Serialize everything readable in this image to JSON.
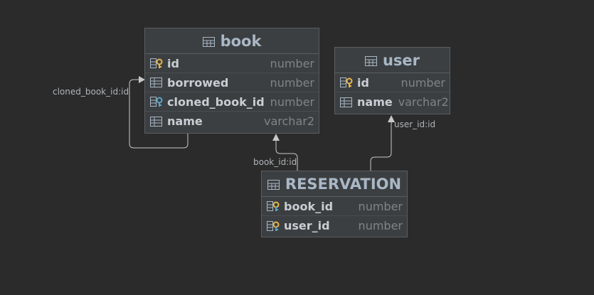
{
  "tables": {
    "book": {
      "title": "book",
      "columns": [
        {
          "name": "id",
          "type": "number",
          "icon": "primary-key-icon"
        },
        {
          "name": "borrowed",
          "type": "number",
          "icon": "column-icon"
        },
        {
          "name": "cloned_book_id",
          "type": "number",
          "icon": "foreign-key-icon"
        },
        {
          "name": "name",
          "type": "varchar2",
          "icon": "column-icon"
        }
      ]
    },
    "user": {
      "title": "user",
      "columns": [
        {
          "name": "id",
          "type": "number",
          "icon": "primary-key-icon"
        },
        {
          "name": "name",
          "type": "varchar2",
          "icon": "column-icon"
        }
      ]
    },
    "reservation": {
      "title": "RESERVATION",
      "columns": [
        {
          "name": "book_id",
          "type": "number",
          "icon": "primary-foreign-key-icon"
        },
        {
          "name": "user_id",
          "type": "number",
          "icon": "primary-foreign-key-icon"
        }
      ]
    }
  },
  "relations": {
    "self_ref_label": "cloned_book_id:id",
    "book_label": "book_id:id",
    "user_label": "user_id:id"
  },
  "colors": {
    "background": "#2b2b2b",
    "table_bg": "#3c3f41",
    "connector": "#c8c8c8",
    "pk_key": "#e8b64a",
    "fk_key": "#59a7c9"
  }
}
